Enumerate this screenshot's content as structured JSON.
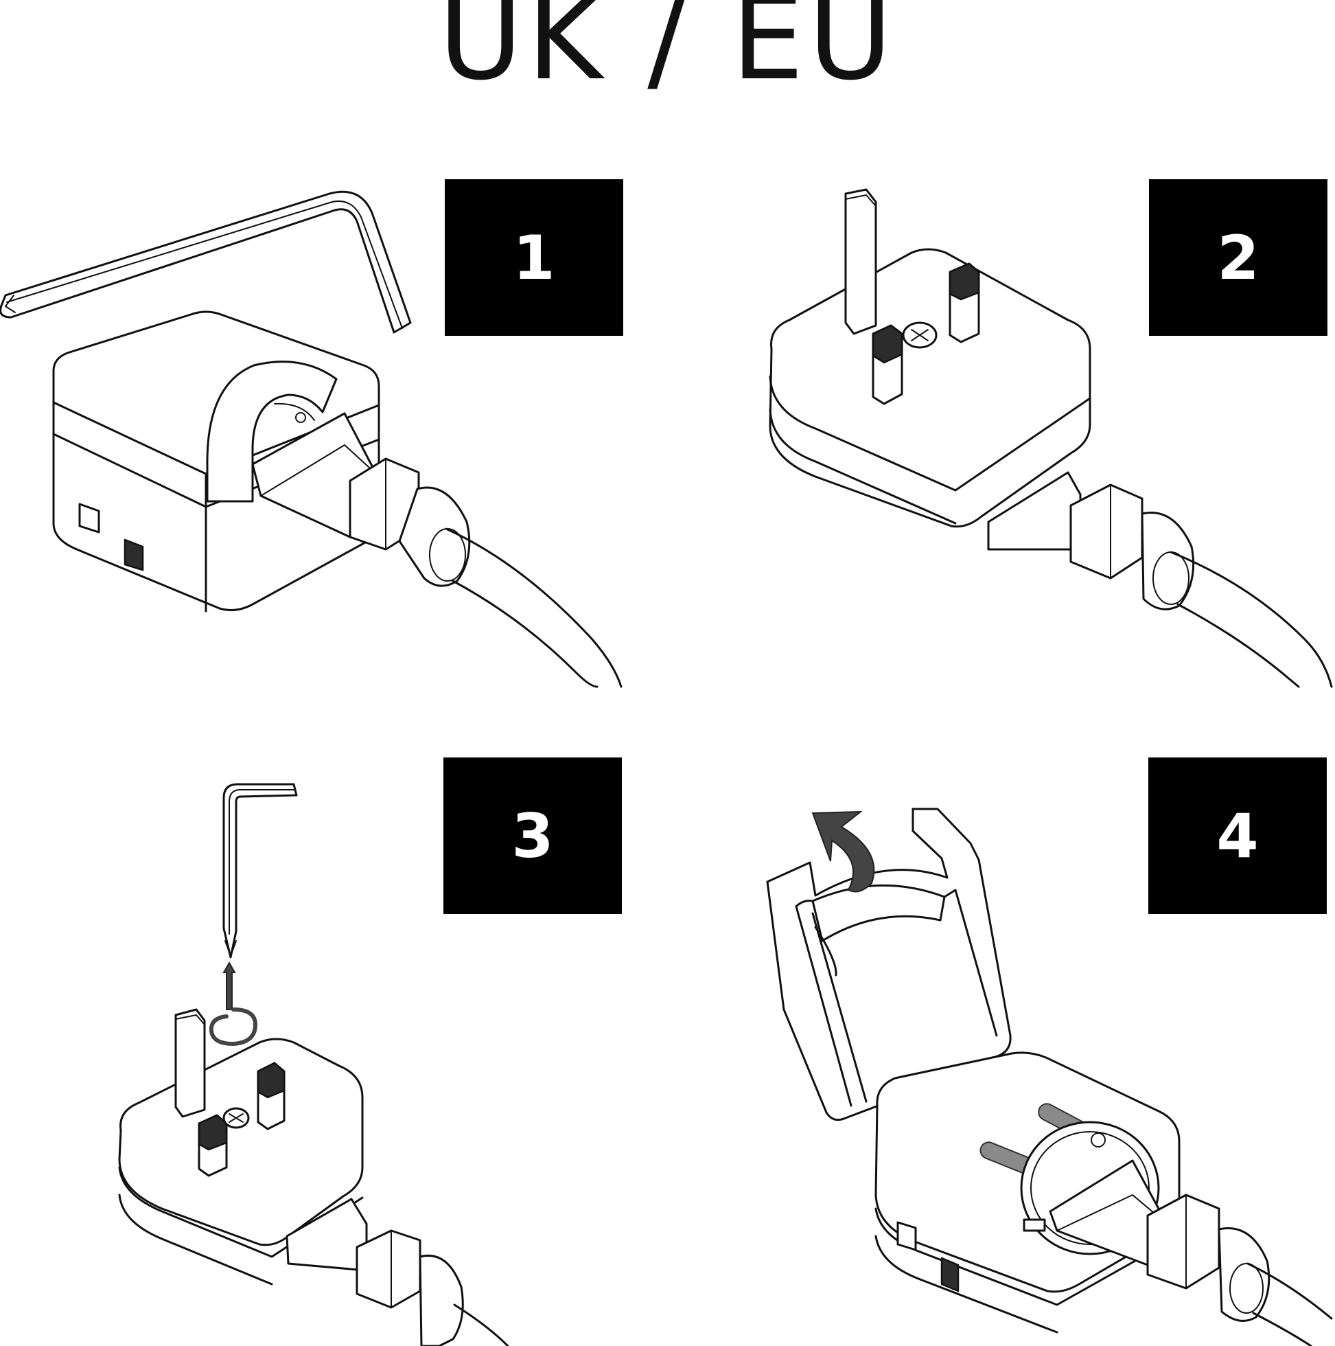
{
  "title": "UK / EU",
  "steps": [
    {
      "number": "1",
      "icon": "hex-key-over-adapter-icon"
    },
    {
      "number": "2",
      "icon": "uk-plug-adapter-icon"
    },
    {
      "number": "3",
      "icon": "unscrew-adapter-icon"
    },
    {
      "number": "4",
      "icon": "open-adapter-eu-plug-icon"
    }
  ],
  "colors": {
    "badge_background": "#000000",
    "badge_text": "#ffffff",
    "line": "#111111",
    "background": "#ffffff"
  }
}
